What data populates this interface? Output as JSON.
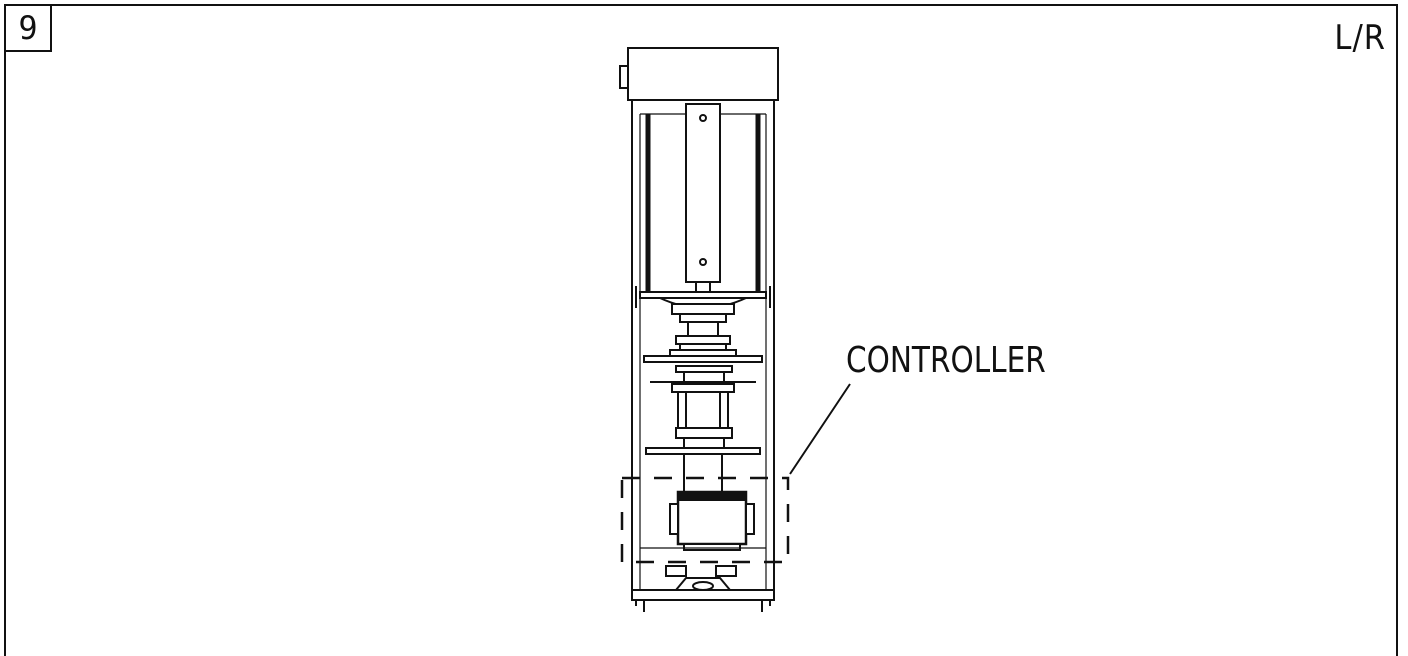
{
  "step": {
    "number": "9"
  },
  "side": {
    "label": "L/R"
  },
  "callout": {
    "label": "CONTROLLER"
  }
}
